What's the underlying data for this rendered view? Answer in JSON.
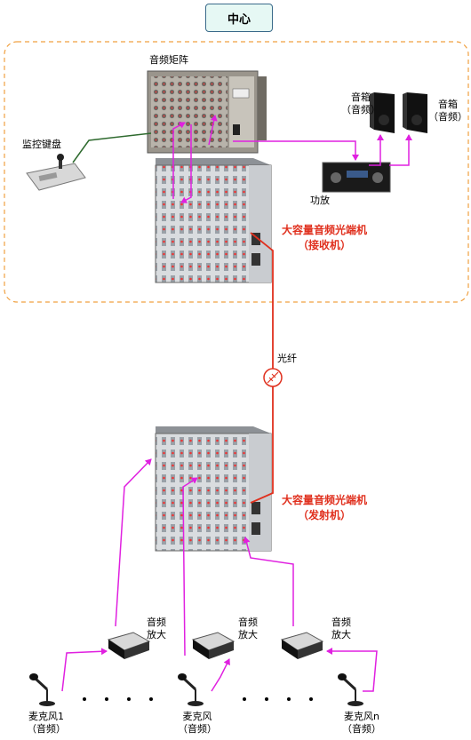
{
  "center_label": "中心",
  "audio_matrix_label": "音频矩阵",
  "keyboard_label": "监控键盘",
  "amplifier_label": "功放",
  "speaker_left_label": "音箱",
  "speaker_left_sub": "（音频）",
  "speaker_right_label": "音箱",
  "speaker_right_sub": "（音频）",
  "receiver_label": "大容量音频光端机",
  "receiver_sub": "（接收机）",
  "fiber_label": "光纤",
  "transmitter_label": "大容量音频光端机",
  "transmitter_sub": "（发射机）",
  "preamps": [
    {
      "line1": "音频",
      "line2": "放大"
    },
    {
      "line1": "音频",
      "line2": "放大"
    },
    {
      "line1": "音频",
      "line2": "放大"
    }
  ],
  "mics": [
    {
      "name": "麦克风1",
      "sub": "（音频）"
    },
    {
      "name": "麦克风",
      "sub": "（音频）"
    },
    {
      "name": "麦克风n",
      "sub": "（音频）"
    }
  ],
  "colors": {
    "signal": "#e020e0",
    "fiber": "#e0301e",
    "keyboard_cable": "#2e6a2e",
    "dashed_border": "#f0a040"
  }
}
